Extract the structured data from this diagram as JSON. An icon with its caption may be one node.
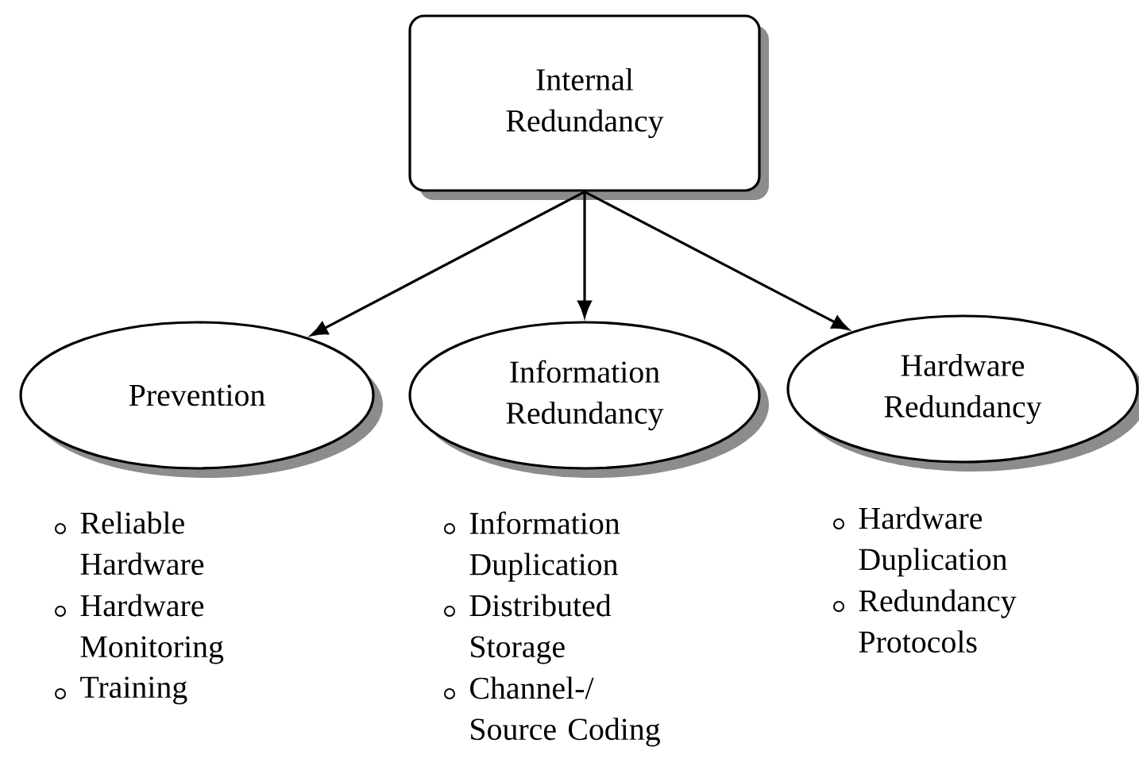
{
  "diagram": {
    "nodes": [
      {
        "text": [
          "Internal Redundancy"
        ]
      },
      {
        "text": [
          "Prevention"
        ],
        "beside": [
          "Reliable Hardware",
          "Hardware Monitoring",
          "Training"
        ]
      },
      {
        "text": [
          "Information Redundancy"
        ],
        "beside": [
          "Information Duplication",
          "Distributed Storage",
          "Channel-/ Source Coding"
        ]
      },
      {
        "text": [
          "Hardware Redundancy"
        ],
        "beside": [
          "Hardware Duplication",
          "Redundancy Protocols"
        ]
      }
    ],
    "edges": [
      {
        "from": 0,
        "to": 1,
        "arrow": "to"
      },
      {
        "from": 0,
        "to": 2,
        "arrow": "to"
      },
      {
        "from": 0,
        "to": 3,
        "arrow": "to"
      }
    ]
  }
}
